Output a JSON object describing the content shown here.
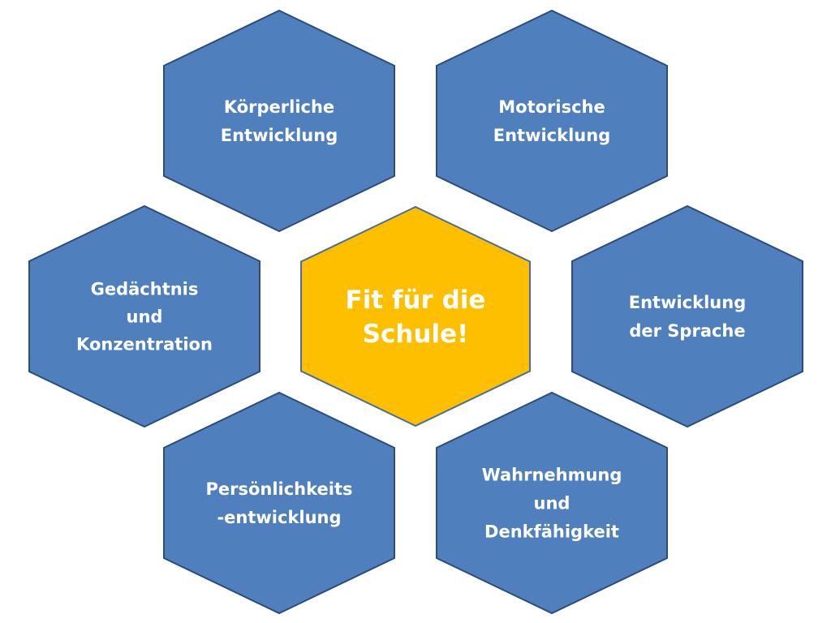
{
  "diagram": {
    "colors": {
      "outer_fill": "#4f7fbc",
      "outer_stroke": "#2c4d7a",
      "center_fill": "#fdbf00",
      "center_stroke": "#4a6e99",
      "outer_text": "#ffffff",
      "center_text": "#ffffff"
    },
    "center": {
      "lines": [
        "Fit für die",
        "Schule!"
      ]
    },
    "hexagons": [
      {
        "id": "koerperliche-entwicklung",
        "lines": [
          "Körperliche",
          "Entwicklung"
        ]
      },
      {
        "id": "motorische-entwicklung",
        "lines": [
          "Motorische",
          "Entwicklung"
        ]
      },
      {
        "id": "gedaechtnis-konzentration",
        "lines": [
          "Gedächtnis",
          "und",
          "Konzentration"
        ]
      },
      {
        "id": "entwicklung-sprache",
        "lines": [
          "Entwicklung",
          "der Sprache"
        ]
      },
      {
        "id": "persoenlichkeitsentwicklung",
        "lines": [
          "Persönlichkeits",
          "-entwicklung"
        ]
      },
      {
        "id": "wahrnehmung-denkfaehigkeit",
        "lines": [
          "Wahrnehmung",
          "und",
          "Denkfähigkeit"
        ]
      }
    ]
  }
}
